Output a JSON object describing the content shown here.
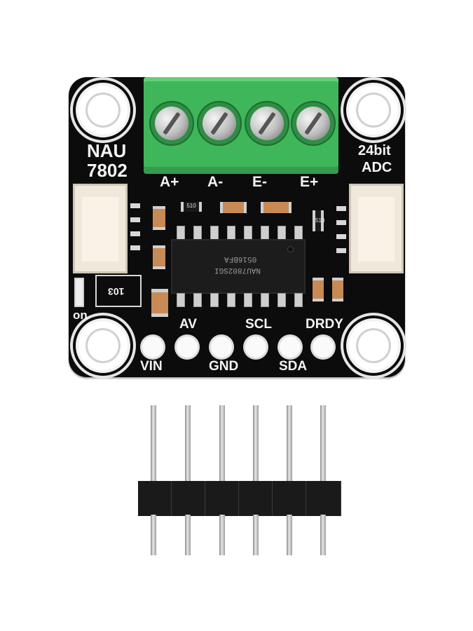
{
  "board": {
    "chip_name_line1": "NAU",
    "chip_name_line2": "7802",
    "spec_line1": "24bit",
    "spec_line2": "ADC",
    "terminal_labels": [
      "A+",
      "A-",
      "E-",
      "E+"
    ],
    "top_pin_labels": [
      "AV",
      "SCL",
      "DRDY"
    ],
    "bottom_pin_labels": [
      "VIN",
      "GND",
      "SDA"
    ],
    "led_label": "on",
    "ic_marking_line1": "NAU7802SGI",
    "ic_marking_line2": "0516BFA",
    "resistor_code": "103",
    "resistor_marking_left": "510",
    "resistor_marking_right": "510"
  },
  "header_pins": {
    "count": 6
  },
  "colors": {
    "pcb": "#0c0c0c",
    "terminal_block": "#3fb659",
    "jst_connector": "#efe9dc",
    "silkscreen": "#f4f4f4"
  },
  "icons": [
    "mounting-hole",
    "screw-terminal",
    "jst-connector",
    "pin-header"
  ]
}
